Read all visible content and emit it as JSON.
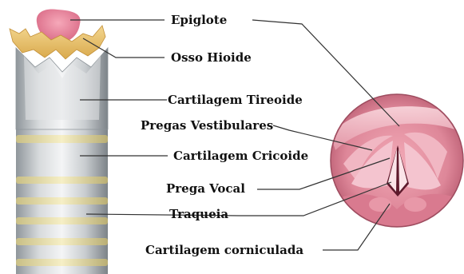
{
  "labels": {
    "epiglote": "Epiglote",
    "osso_hioide": "Osso Hioide",
    "cartilagem_tireoide": "Cartilagem Tireoide",
    "pregas_vestibulares": "Pregas Vestibulares",
    "cartilagem_cricoide": "Cartilagem Cricoide",
    "prega_vocal": "Prega Vocal",
    "traqueia": "Traqueia",
    "cartilagem_corniculada": "Cartilagem corniculada"
  },
  "colors": {
    "leader_line": "#333333",
    "epiglottis_pink": "#e77f98",
    "hyoid_yellow": "#e9c16a",
    "cartilage_grey": "#c9cdd0",
    "ring_yellow": "#efe6b4",
    "glottis_pink": "#cf6f84"
  }
}
